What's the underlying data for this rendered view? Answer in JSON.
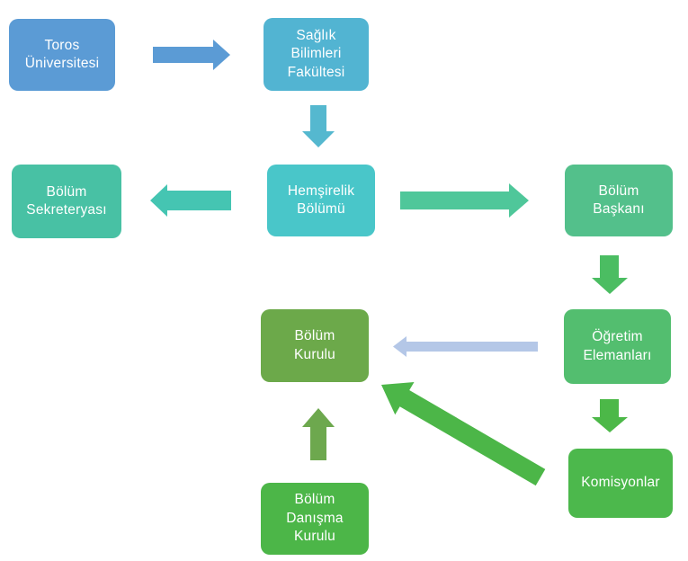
{
  "diagram": {
    "description": "Organizational flowchart of the Nursing Department of Toros University",
    "background_color": "#FFFFFF",
    "text_color": "#FFFFFF"
  },
  "nodes": [
    {
      "id": "toros-universitesi",
      "label": "Toros\nÜniversitesi",
      "color": "#5B9BD5"
    },
    {
      "id": "saglik-bilimleri-fakultesi",
      "label": "Sağlık\nBilimleri\nFakültesi",
      "color": "#52B4D2"
    },
    {
      "id": "hemsirelik-bolumu",
      "label": "Hemşirelik\nBölümü",
      "color": "#49C6C9"
    },
    {
      "id": "bolum-sekreteryasi",
      "label": "Bölüm\nSekreteryası",
      "color": "#48C1A4"
    },
    {
      "id": "bolum-baskani",
      "label": "Bölüm\nBaşkanı",
      "color": "#53C08B"
    },
    {
      "id": "ogretim-elemanlari",
      "label": "Öğretim\nElemanları",
      "color": "#53BE6F"
    },
    {
      "id": "komisyonlar",
      "label": "Komisyonlar",
      "color": "#4CB84C"
    },
    {
      "id": "bolum-kurulu",
      "label": "Bölüm\nKurulu",
      "color": "#6CA94A"
    },
    {
      "id": "bolum-danisma-kurulu",
      "label": "Bölüm\nDanışma\nKurulu",
      "color": "#4CB648"
    }
  ],
  "arrows": [
    {
      "id": "toros-to-saglik",
      "direction": "right",
      "color": "#5B9BD5"
    },
    {
      "id": "saglik-to-hemsirelik",
      "direction": "down",
      "color": "#55B8CF"
    },
    {
      "id": "hemsirelik-to-sekreterya",
      "direction": "left",
      "color": "#45C5B2"
    },
    {
      "id": "hemsirelik-to-baskani",
      "direction": "right",
      "color": "#4FC79A"
    },
    {
      "id": "baskani-to-ogretim",
      "direction": "down",
      "color": "#4BBD62"
    },
    {
      "id": "ogretim-to-kurulu",
      "direction": "left",
      "color": "#B4C7E7"
    },
    {
      "id": "ogretim-to-komisyonlar",
      "direction": "down",
      "color": "#4CB848"
    },
    {
      "id": "komisyonlar-to-kurulu",
      "direction": "diagonal-up-left",
      "color": "#4CB648"
    },
    {
      "id": "danisma-to-kurulu",
      "direction": "up",
      "color": "#6DA84E"
    }
  ]
}
